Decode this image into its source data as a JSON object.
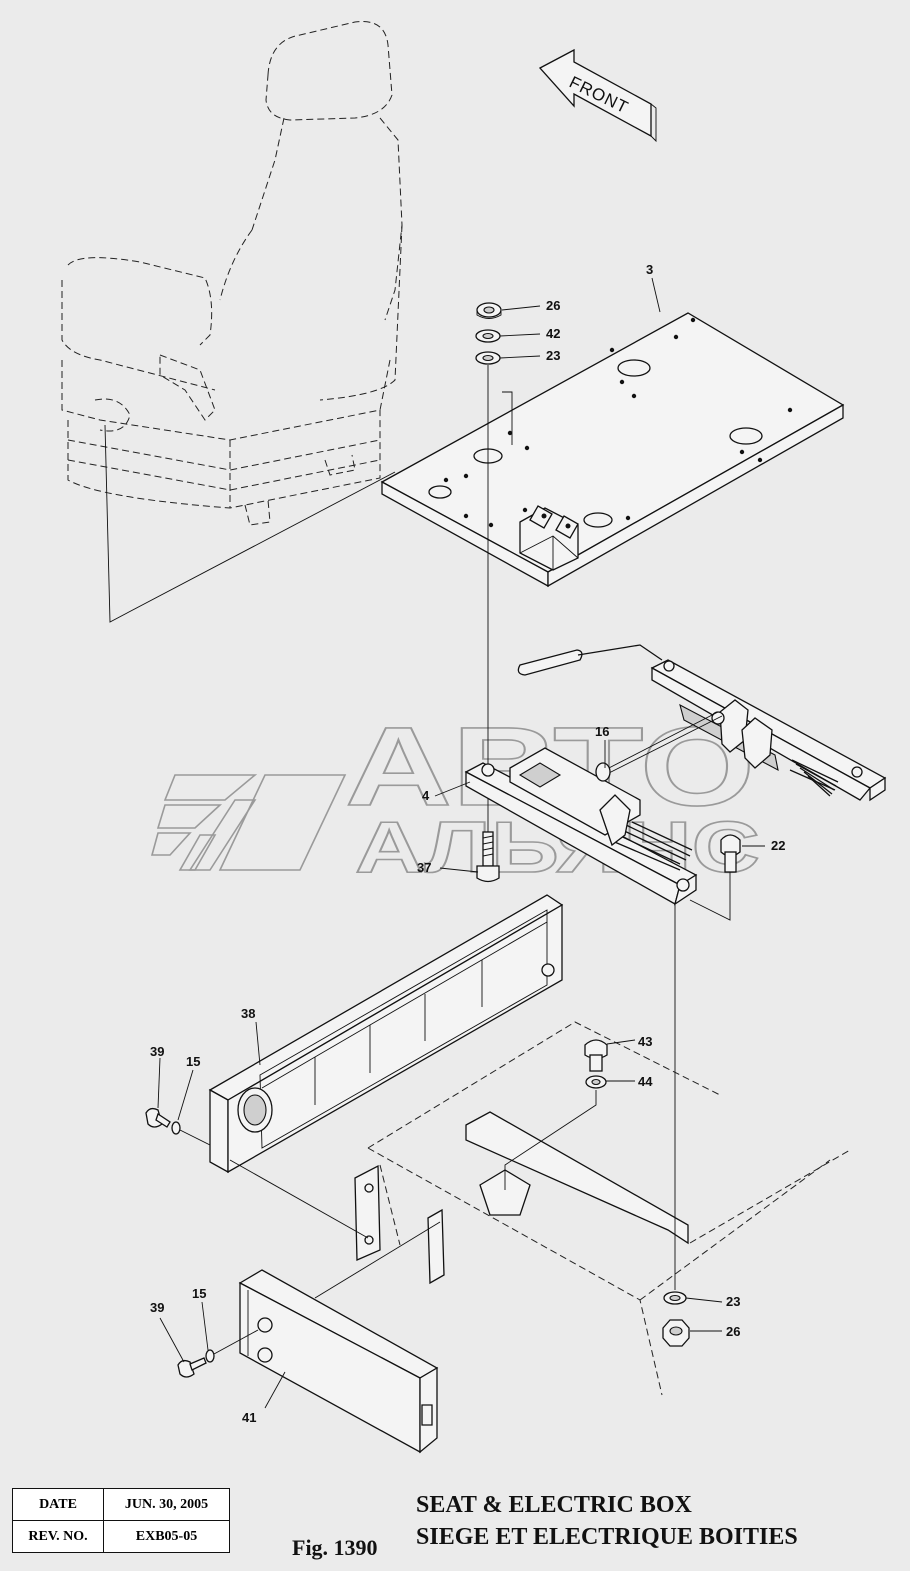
{
  "direction_label": "FRONT",
  "watermark": {
    "line1": "АВТО",
    "line2": "АЛЬЯНС"
  },
  "callouts": [
    {
      "id": "c26a",
      "text": "26"
    },
    {
      "id": "c42",
      "text": "42"
    },
    {
      "id": "c23a",
      "text": "23"
    },
    {
      "id": "c3",
      "text": "3"
    },
    {
      "id": "c16",
      "text": "16"
    },
    {
      "id": "c4",
      "text": "4"
    },
    {
      "id": "c22",
      "text": "22"
    },
    {
      "id": "c37",
      "text": "37"
    },
    {
      "id": "c38",
      "text": "38"
    },
    {
      "id": "c39a",
      "text": "39"
    },
    {
      "id": "c15a",
      "text": "15"
    },
    {
      "id": "c43",
      "text": "43"
    },
    {
      "id": "c44",
      "text": "44"
    },
    {
      "id": "c39b",
      "text": "39"
    },
    {
      "id": "c15b",
      "text": "15"
    },
    {
      "id": "c23b",
      "text": "23"
    },
    {
      "id": "c26b",
      "text": "26"
    },
    {
      "id": "c41",
      "text": "41"
    }
  ],
  "info_table": [
    {
      "key": "DATE",
      "value": "JUN. 30, 2005"
    },
    {
      "key": "REV. NO.",
      "value": "EXB05-05"
    }
  ],
  "figure_label": "Fig. 1390",
  "title": {
    "en": "SEAT & ELECTRIC BOX",
    "fr": "SIEGE ET ELECTRIQUE BOITIES"
  }
}
